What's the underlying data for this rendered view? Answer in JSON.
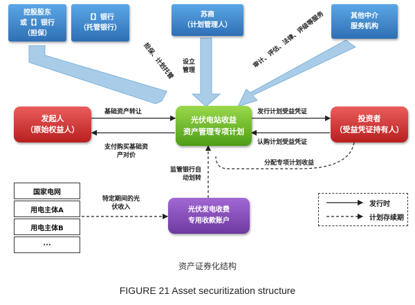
{
  "nodes": {
    "guarantor": [
      "控股股东",
      "或【】银行",
      "（担保）"
    ],
    "custodian": [
      "【】银行",
      "（托管银行）"
    ],
    "manager": [
      "苏商",
      "（计划管理人）"
    ],
    "agencies": [
      "其他中介",
      "服务机构"
    ],
    "originator": [
      "发起人",
      "（原始权益人）"
    ],
    "plan": [
      "光伏电站收益",
      "资产管理专项计划"
    ],
    "investor": [
      "投资者",
      "（受益凭证持有人）"
    ],
    "account": [
      "光伏发电收费",
      "专用收款账户"
    ]
  },
  "sources": [
    "国家电网",
    "用电主体A",
    "用电主体B",
    "···"
  ],
  "labels": {
    "guarantee_custody": "担保、计划托管",
    "establish_manage": "设立管理",
    "services": "审计、评估、法律、评级等服务",
    "asset_transfer": "基础资产转让",
    "payment_line1": "支付购买基础资",
    "payment_line2": "产对价",
    "issue_cert": "发行计划受益凭证",
    "subscribe_cert": "认购计划受益凭证",
    "distribute": "分配专项计划收益",
    "auto_transfer_line1": "监管银行自",
    "auto_transfer_line2": "动划转",
    "pv_income_line1": "特定期间的光",
    "pv_income_line2": "伏收入"
  },
  "legend": {
    "issuance": "发行时",
    "duration": "计划存续期"
  },
  "captions": {
    "chinese": "资产证券化结构",
    "english": "FIGURE 21 Asset securitization structure"
  }
}
